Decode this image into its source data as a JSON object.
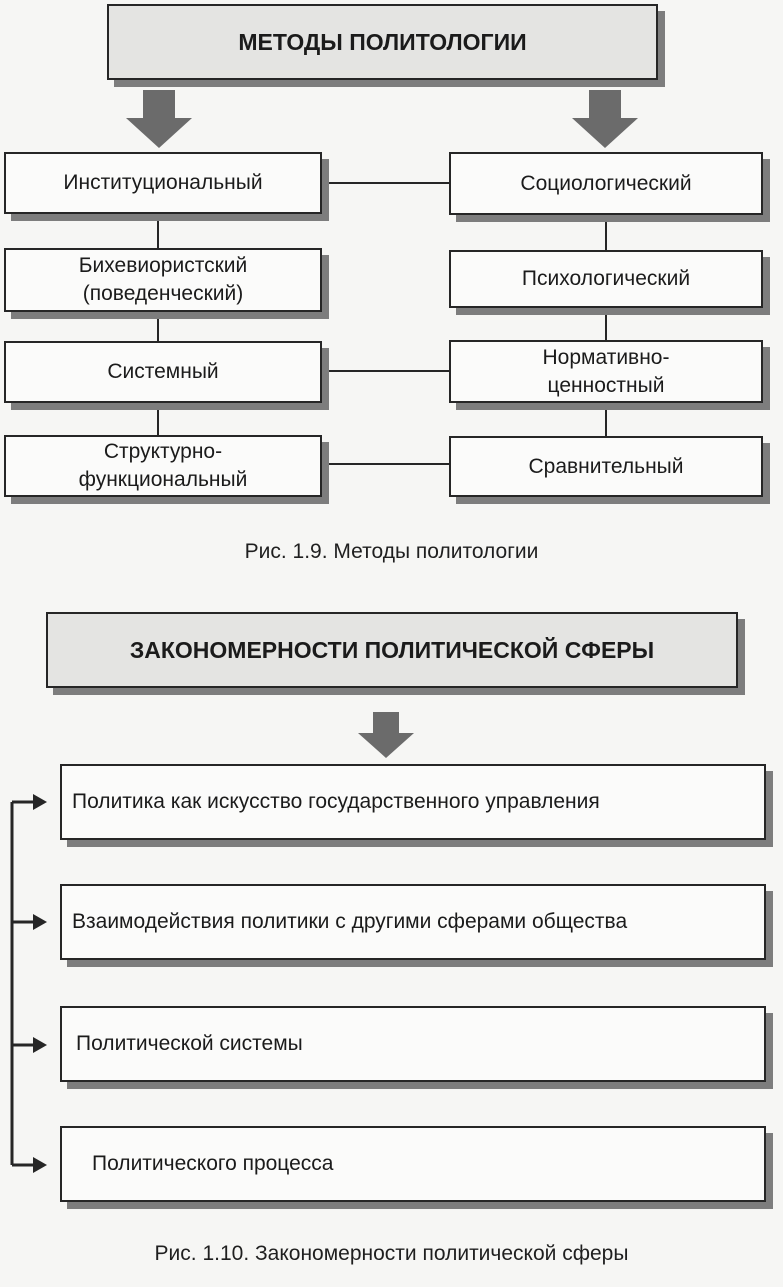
{
  "figure1": {
    "title": "МЕТОДЫ ПОЛИТОЛОГИИ",
    "left_methods": [
      "Институциональный",
      "Бихевиористский\n(поведенческий)",
      "Системный",
      "Структурно-\nфункциональный"
    ],
    "right_methods": [
      "Социологический",
      "Психологический",
      "Нормативно-\nценностный",
      "Сравнительный"
    ],
    "caption": "Рис. 1.9. Методы политологии"
  },
  "figure2": {
    "title": "ЗАКОНОМЕРНОСТИ ПОЛИТИЧЕСКОЙ СФЕРЫ",
    "items": [
      "Политика как искусство государственного управления",
      "Взаимодействия политики с другими сферами общества",
      "Политической системы",
      "Политического процесса"
    ],
    "caption": "Рис. 1.10. Закономерности политической сферы"
  },
  "colors": {
    "box_border": "#262626",
    "box_shadow": "#7d7d7d",
    "title_fill": "#e4e4e2",
    "arrow_fill": "#6b6b6b",
    "page_background": "#f6f6f4"
  }
}
